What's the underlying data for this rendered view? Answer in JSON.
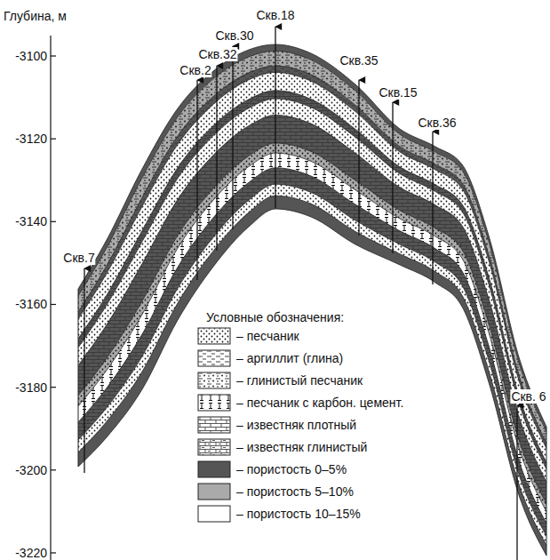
{
  "diagram": {
    "labels": [
      "Глубина, м",
      "-3100",
      "-3120",
      "-3140",
      "-3160",
      "-3180",
      "-3200",
      "-3220",
      "Скв.18",
      "Скв.30",
      "Скв.32",
      "Скв.2",
      "Скв.35",
      "Скв.15",
      "Скв.36",
      "Скв.7",
      "Скв. 6",
      "Условные обозначения:"
    ],
    "legend": [
      {
        "text": "– песчаник"
      },
      {
        "text": "– аргиллит (глина)"
      },
      {
        "text": "– глинистый песчаник"
      },
      {
        "text": "– песчаник с карбон. цемент."
      },
      {
        "text": "– известняк плотный"
      },
      {
        "text": "– известняк глинистый"
      },
      {
        "text": "– пористость 0–5%",
        "color": "#555555"
      },
      {
        "text": "– пористость 5–10%",
        "color": "#aaaaaa"
      },
      {
        "text": "– пористость 10–15%",
        "color": "#ffffff"
      }
    ]
  }
}
